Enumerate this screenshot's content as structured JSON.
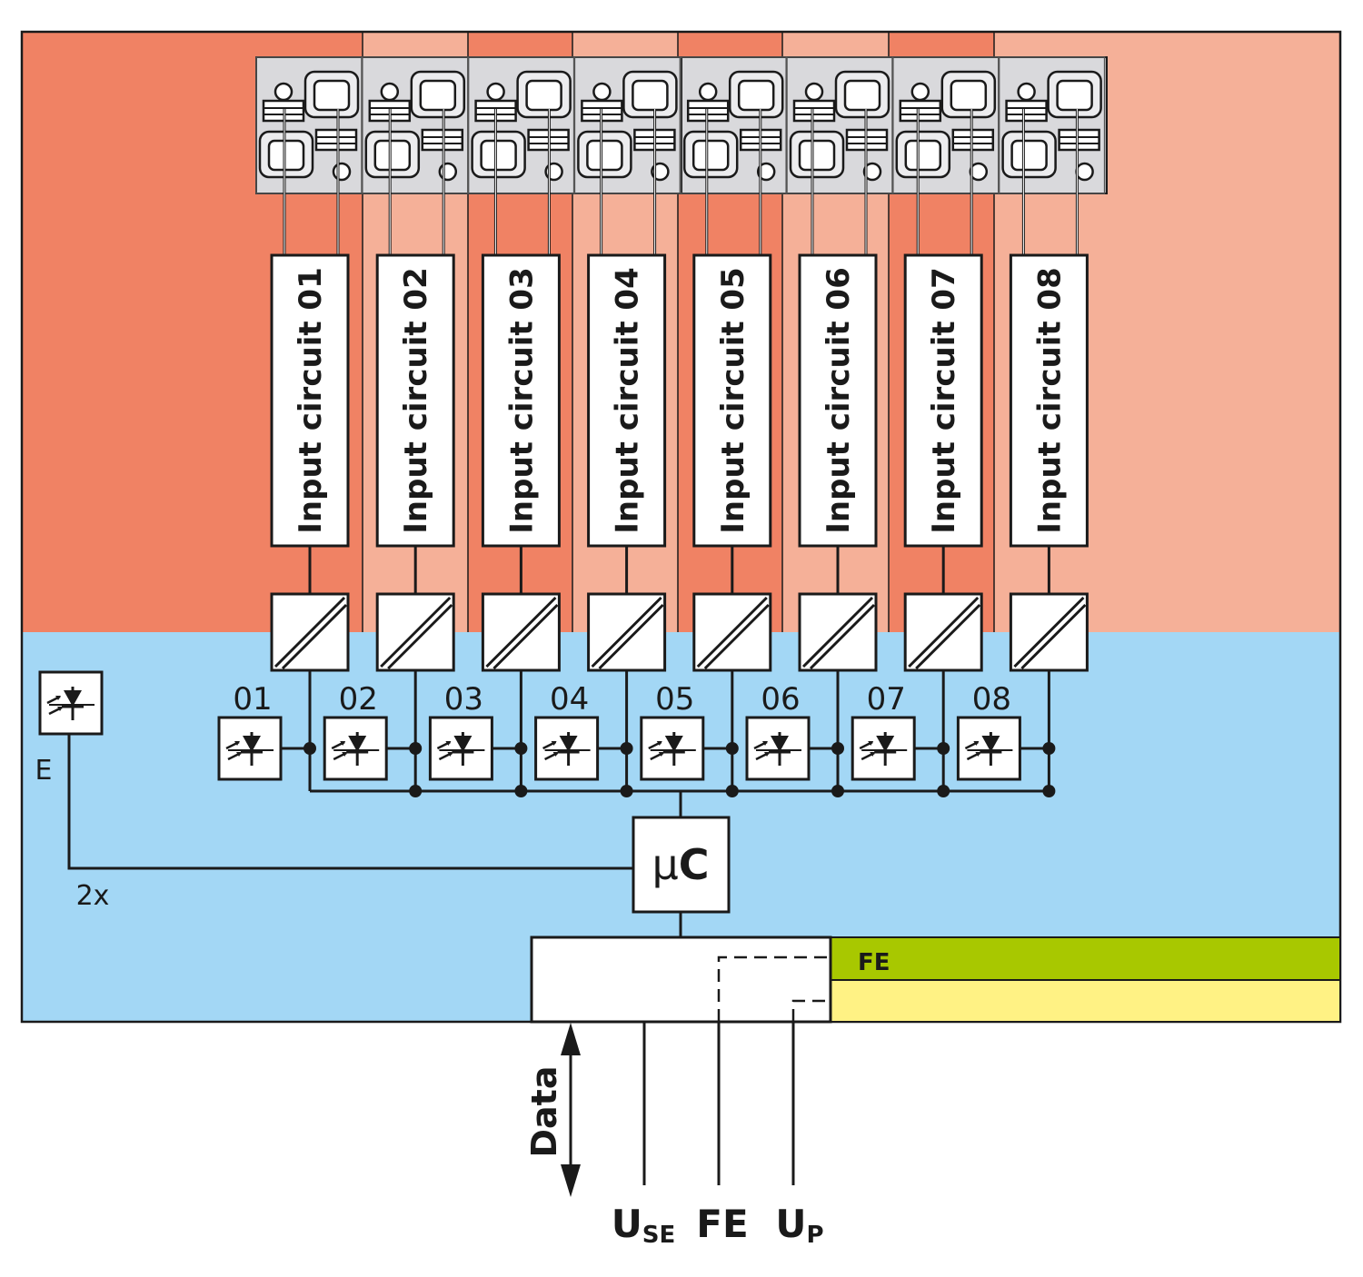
{
  "colors": {
    "field_dark": "#f08264",
    "field_light": "#f5b098",
    "logic": "#a3d7f5",
    "fe_bar": "#a8c800",
    "up_bar": "#fff284",
    "terminal_block": "#d9d9dc",
    "line": "#1a1a1a",
    "box": "#ffffff"
  },
  "channels": [
    {
      "circuit": "Input circuit 01",
      "led": "01"
    },
    {
      "circuit": "Input circuit 02",
      "led": "02"
    },
    {
      "circuit": "Input circuit 03",
      "led": "03"
    },
    {
      "circuit": "Input circuit 04",
      "led": "04"
    },
    {
      "circuit": "Input circuit 05",
      "led": "05"
    },
    {
      "circuit": "Input circuit 06",
      "led": "06"
    },
    {
      "circuit": "Input circuit 07",
      "led": "07"
    },
    {
      "circuit": "Input circuit 08",
      "led": "08"
    }
  ],
  "icons": {
    "led": "led-diode-icon",
    "isolation": "galvanic-isolation-icon",
    "terminal": "push-in-terminal-icon"
  },
  "error_led": {
    "label": "E",
    "count": "2x"
  },
  "microcontroller": {
    "label_mu": "μ",
    "label_c": "C"
  },
  "bus": {
    "fe_label": "FE"
  },
  "bottom": {
    "data": "Data",
    "use_main": "U",
    "use_sub": "SE",
    "fe": "FE",
    "up_main": "U",
    "up_sub": "P"
  }
}
